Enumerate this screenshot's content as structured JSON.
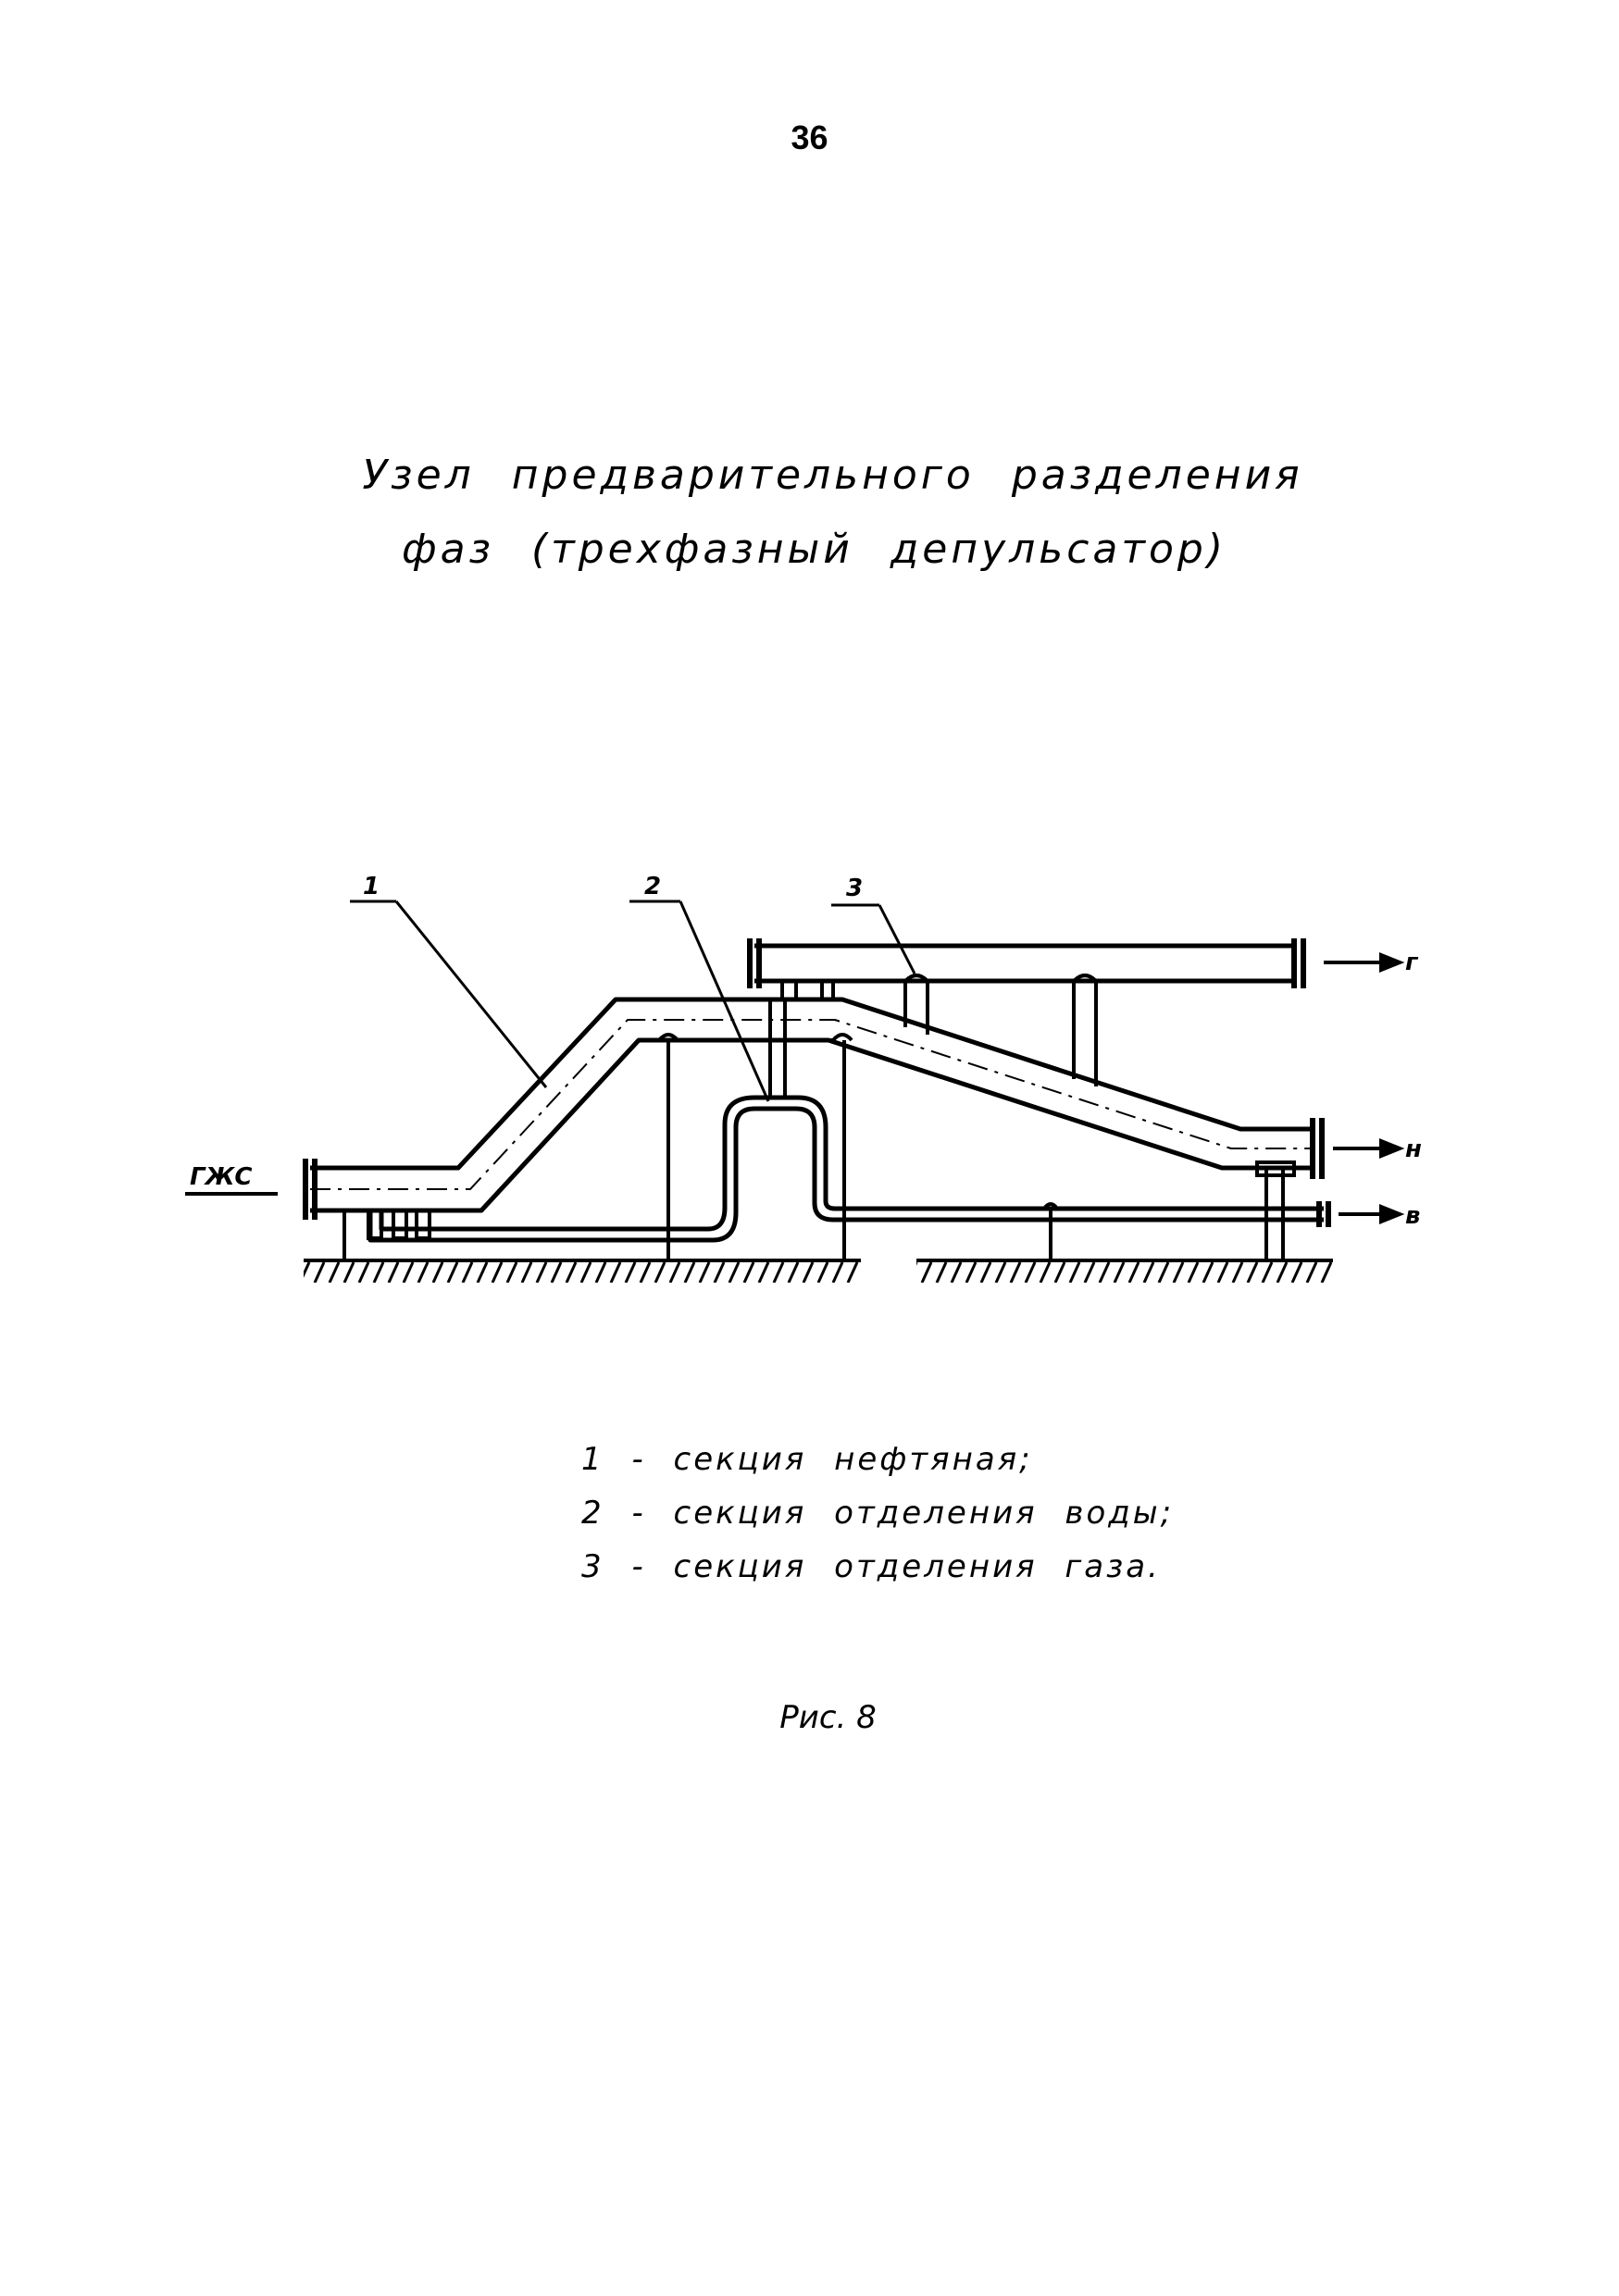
{
  "page_number": "36",
  "title": {
    "line1": "Узел предварительного разделения",
    "line2": "фаз (трехфазный депульсатор)"
  },
  "diagram": {
    "callouts": [
      "1",
      "2",
      "3"
    ],
    "inlet_label": "ГЖС",
    "outlets": {
      "gas": "г",
      "oil": "н",
      "water": "в"
    }
  },
  "legend": [
    "1 - секция нефтяная;",
    "2 - секция отделения воды;",
    "3 - секция отделения газа."
  ],
  "caption": "Рис. 8"
}
